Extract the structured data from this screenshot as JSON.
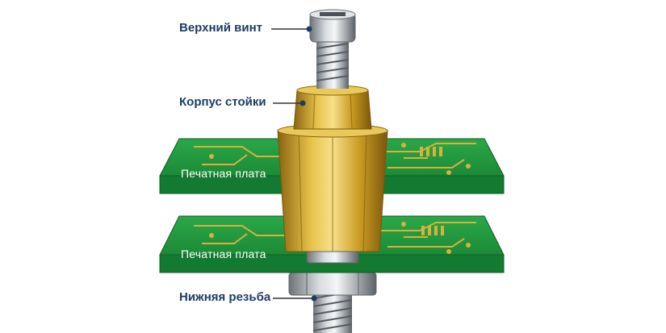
{
  "labels": {
    "top_screw": "Верхний винт",
    "standoff_body": "Корпус стойки",
    "pcb_upper": "Печатная плата",
    "pcb_lower": "Печатная плата",
    "bottom_thread": "Нижняя резьба"
  },
  "colors": {
    "label_text": "#1f3b66",
    "leader_line": "#333333",
    "pcb_green": "#1f8f3a",
    "pcb_edge": "#0f5e25",
    "copper_trace": "#d9b13c",
    "brass": "#d4a928",
    "steel": "#a9adb3"
  },
  "icons": [
    "screw-head-icon",
    "hex-standoff-icon",
    "threaded-rod-icon"
  ]
}
